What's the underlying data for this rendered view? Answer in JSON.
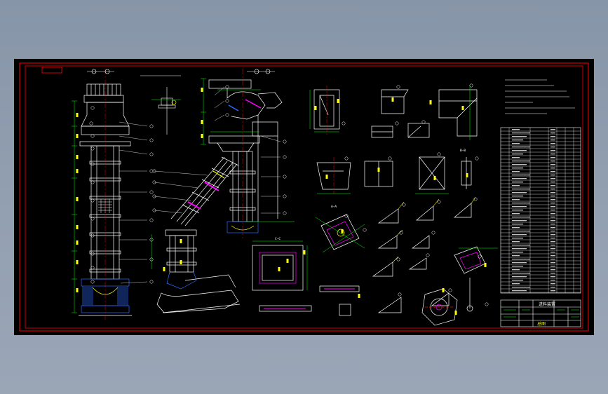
{
  "drawing": {
    "title_block": {
      "drawing_name": "进料装置",
      "sheet_label": "总图"
    },
    "section_labels": [
      "A—A",
      "B—B",
      "C—C"
    ],
    "colors": {
      "background": "#000000",
      "viewport": "#8d9aab",
      "frame": "#ff0000",
      "geometry": "#ffffff",
      "dimension": "#00ff00",
      "leader": "#ffff00",
      "hatch": "#ff00ff",
      "accent_blue": "#2f6bff",
      "accent_cyan": "#00ffff"
    }
  }
}
